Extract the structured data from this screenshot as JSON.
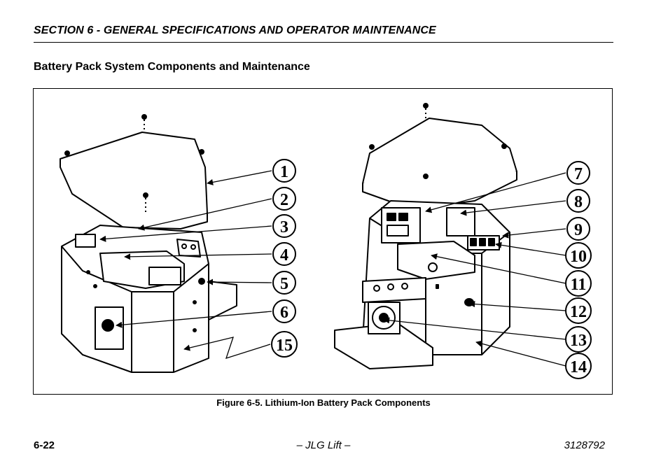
{
  "header": {
    "section_title": "SECTION 6 - GENERAL SPECIFICATIONS AND OPERATOR MAINTENANCE",
    "subtitle": "Battery Pack System Components and Maintenance"
  },
  "figure": {
    "caption": "Figure 6-5. Lithium-Ion Battery Pack Components",
    "callouts": [
      "1",
      "2",
      "3",
      "4",
      "5",
      "6",
      "15",
      "7",
      "8",
      "9",
      "10",
      "11",
      "12",
      "13",
      "14"
    ]
  },
  "footer": {
    "page_number": "6-22",
    "center": "– JLG Lift –",
    "doc_number": "3128792"
  }
}
